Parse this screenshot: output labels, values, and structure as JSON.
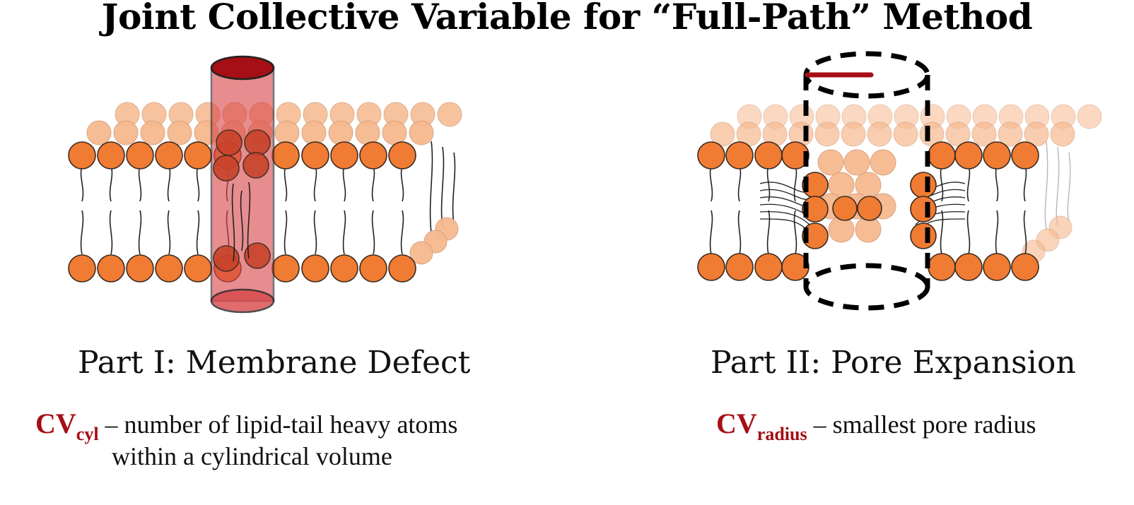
{
  "title": "Joint Collective Variable for “Full-Path” Method",
  "colors": {
    "lipid_head": "#f07b33",
    "lipid_head_far": "#f6b98f",
    "cylinder_fill": "#d9484b",
    "cylinder_top": "#a50f15",
    "cv_accent": "#a50f15",
    "dashed_outline": "#000000"
  },
  "part1": {
    "caption": "Part I: Membrane Defect",
    "cv_main": "CV",
    "cv_sub": "cyl",
    "description_line1": " – number of lipid-tail heavy atoms",
    "description_line2": "within a cylindrical volume"
  },
  "part2": {
    "caption": "Part II: Pore Expansion",
    "cv_main": "CV",
    "cv_sub": "radius",
    "description_line1": " – smallest pore radius"
  }
}
